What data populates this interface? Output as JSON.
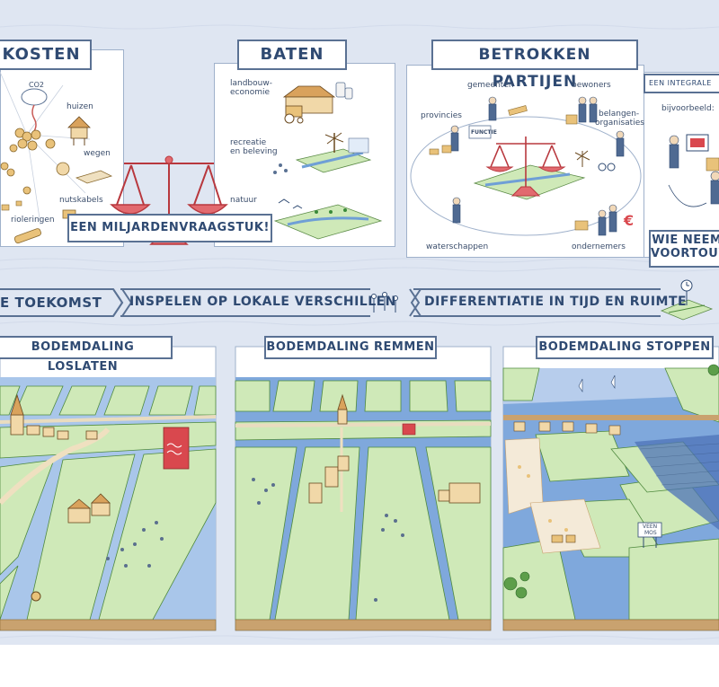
{
  "top": {
    "kosten": {
      "title": "KOSTEN",
      "labels": {
        "co2": "CO2",
        "huizen": "huizen",
        "wegen": "wegen",
        "nutskabels": "nutskabels",
        "rioleringen": "rioleringen"
      }
    },
    "miljarden": "EEN MILJARDENVRAAGSTUK!",
    "baten": {
      "title": "BATEN",
      "labels": {
        "landbouw_1": "landbouw-",
        "landbouw_2": "economie",
        "recreatie_1": "recreatie",
        "recreatie_2": "en beleving",
        "natuur": "natuur"
      }
    },
    "partijen": {
      "title": "BETROKKEN PARTIJEN",
      "labels": {
        "gemeenten": "gemeenten",
        "bewoners": "bewoners",
        "provincies": "provincies",
        "belangen_1": "belangen-",
        "belangen_2": "organisaties",
        "functie": "FUNCTIE",
        "waterschappen": "waterschappen",
        "ondernemers": "ondernemers",
        "euro": "€"
      }
    },
    "integrale": {
      "header": "EEN INTEGRALE OPGAVE",
      "bijvoorbeeld": "bijvoorbeeld:",
      "wie_1": "WIE NEEMT",
      "wie_2": "VOORTOUW"
    }
  },
  "timeline": {
    "item1": "E TOEKOMST",
    "item2": "INSPELEN OP LOKALE VERSCHILLEN",
    "item3": "DIFFERENTIATIE IN TIJD EN RUIMTE"
  },
  "scenarios": {
    "loslaten": "BODEMDALING LOSLATEN",
    "remmen": "BODEMDALING REMMEN",
    "stoppen": "BODEMDALING STOPPEN",
    "sign_1": "VEEN",
    "sign_2": "MOS"
  },
  "colors": {
    "background": "#dfe6f2",
    "ink": "#2f4a72",
    "scale_red": "#d9484e",
    "field_green": "#cfe9b8",
    "water_blue": "#6f9fd6",
    "soil_brown": "#c9a26f",
    "accent_gold": "#e3b96a"
  }
}
